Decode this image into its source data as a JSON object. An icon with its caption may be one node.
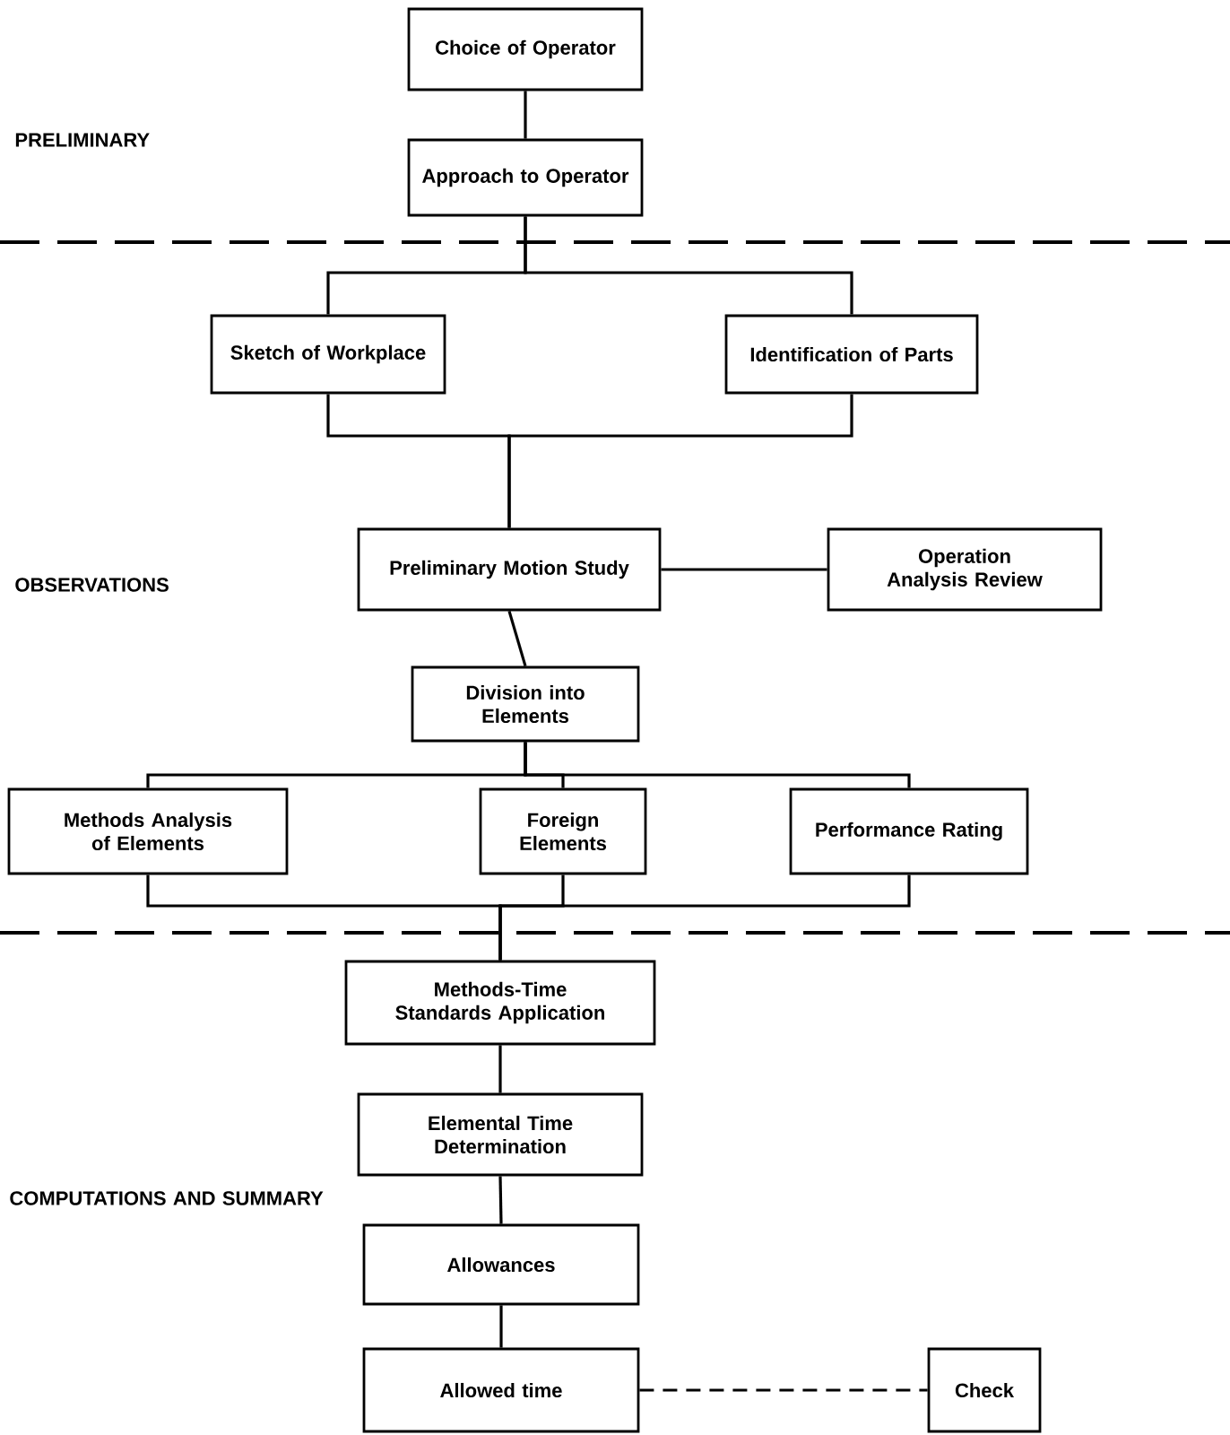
{
  "diagram": {
    "nodes": [
      {
        "text": [
          "Choice of Operator"
        ]
      },
      {
        "text": [
          "Approach to Operator"
        ]
      },
      {
        "text": [
          "Sketch of Workplace"
        ]
      },
      {
        "text": [
          "Identification of Parts"
        ]
      },
      {
        "text": [
          "Preliminary Motion Study"
        ]
      },
      {
        "text": [
          "Operation Analysis Review"
        ]
      },
      {
        "text": [
          "Division into Elements"
        ]
      },
      {
        "text": [
          "Methods Analysis of Elements"
        ]
      },
      {
        "text": [
          "Foreign Elements"
        ]
      },
      {
        "text": [
          "Performance Rating"
        ]
      },
      {
        "text": [
          "Methods-Time Standards Application"
        ]
      },
      {
        "text": [
          "Elemental Time Determination"
        ]
      },
      {
        "text": [
          "Allowances"
        ]
      },
      {
        "text": [
          "Allowed time"
        ]
      },
      {
        "text": [
          "Check"
        ]
      }
    ],
    "edges": [
      {
        "from": 0,
        "to": 1,
        "arrow": "none"
      },
      {
        "from": 1,
        "to": 2,
        "arrow": "none"
      },
      {
        "from": 1,
        "to": 3,
        "arrow": "none"
      },
      {
        "from": 2,
        "to": 4,
        "arrow": "none"
      },
      {
        "from": 3,
        "to": 4,
        "arrow": "none"
      },
      {
        "from": 4,
        "to": 5,
        "arrow": "none"
      },
      {
        "from": 4,
        "to": 6,
        "arrow": "none"
      },
      {
        "from": 6,
        "to": 7,
        "arrow": "none"
      },
      {
        "from": 6,
        "to": 8,
        "arrow": "none"
      },
      {
        "from": 6,
        "to": 9,
        "arrow": "none"
      },
      {
        "from": 7,
        "to": 10,
        "arrow": "none"
      },
      {
        "from": 8,
        "to": 10,
        "arrow": "none"
      },
      {
        "from": 9,
        "to": 10,
        "arrow": "none"
      },
      {
        "from": 10,
        "to": 11,
        "arrow": "none"
      },
      {
        "from": 11,
        "to": 12,
        "arrow": "none"
      },
      {
        "from": 12,
        "to": 13,
        "arrow": "none"
      },
      {
        "from": 13,
        "to": 14,
        "arrow": "none",
        "style": "dashed"
      }
    ],
    "labels": [
      "PRELIMINARY",
      "OBSERVATIONS",
      "COMPUTATIONS AND SUMMARY"
    ]
  }
}
